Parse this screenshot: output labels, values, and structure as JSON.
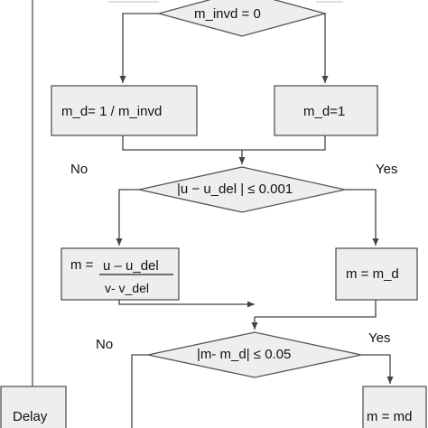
{
  "decisions": {
    "top": "m_invd = 0",
    "middle": "|u − u_del | ≤ 0.001",
    "bottom": "|m- m_d| ≤ 0.05"
  },
  "boxes": {
    "md_div": "m_d= 1 / m_invd",
    "md_one": "m_d=1",
    "m_frac_prefix": "m =",
    "m_frac_num": "u – u_del",
    "m_frac_den": "v- v_del",
    "m_eq_md": "m = m_d",
    "m_eq_md2": "m = md",
    "delay": "Delay"
  },
  "edge_labels": {
    "no_1": "No",
    "yes_1": "Yes",
    "no_2": "No",
    "yes_2": "Yes"
  },
  "colors": {
    "box_fill": "#eeeeee",
    "box_stroke": "#555555",
    "line": "#444444"
  }
}
